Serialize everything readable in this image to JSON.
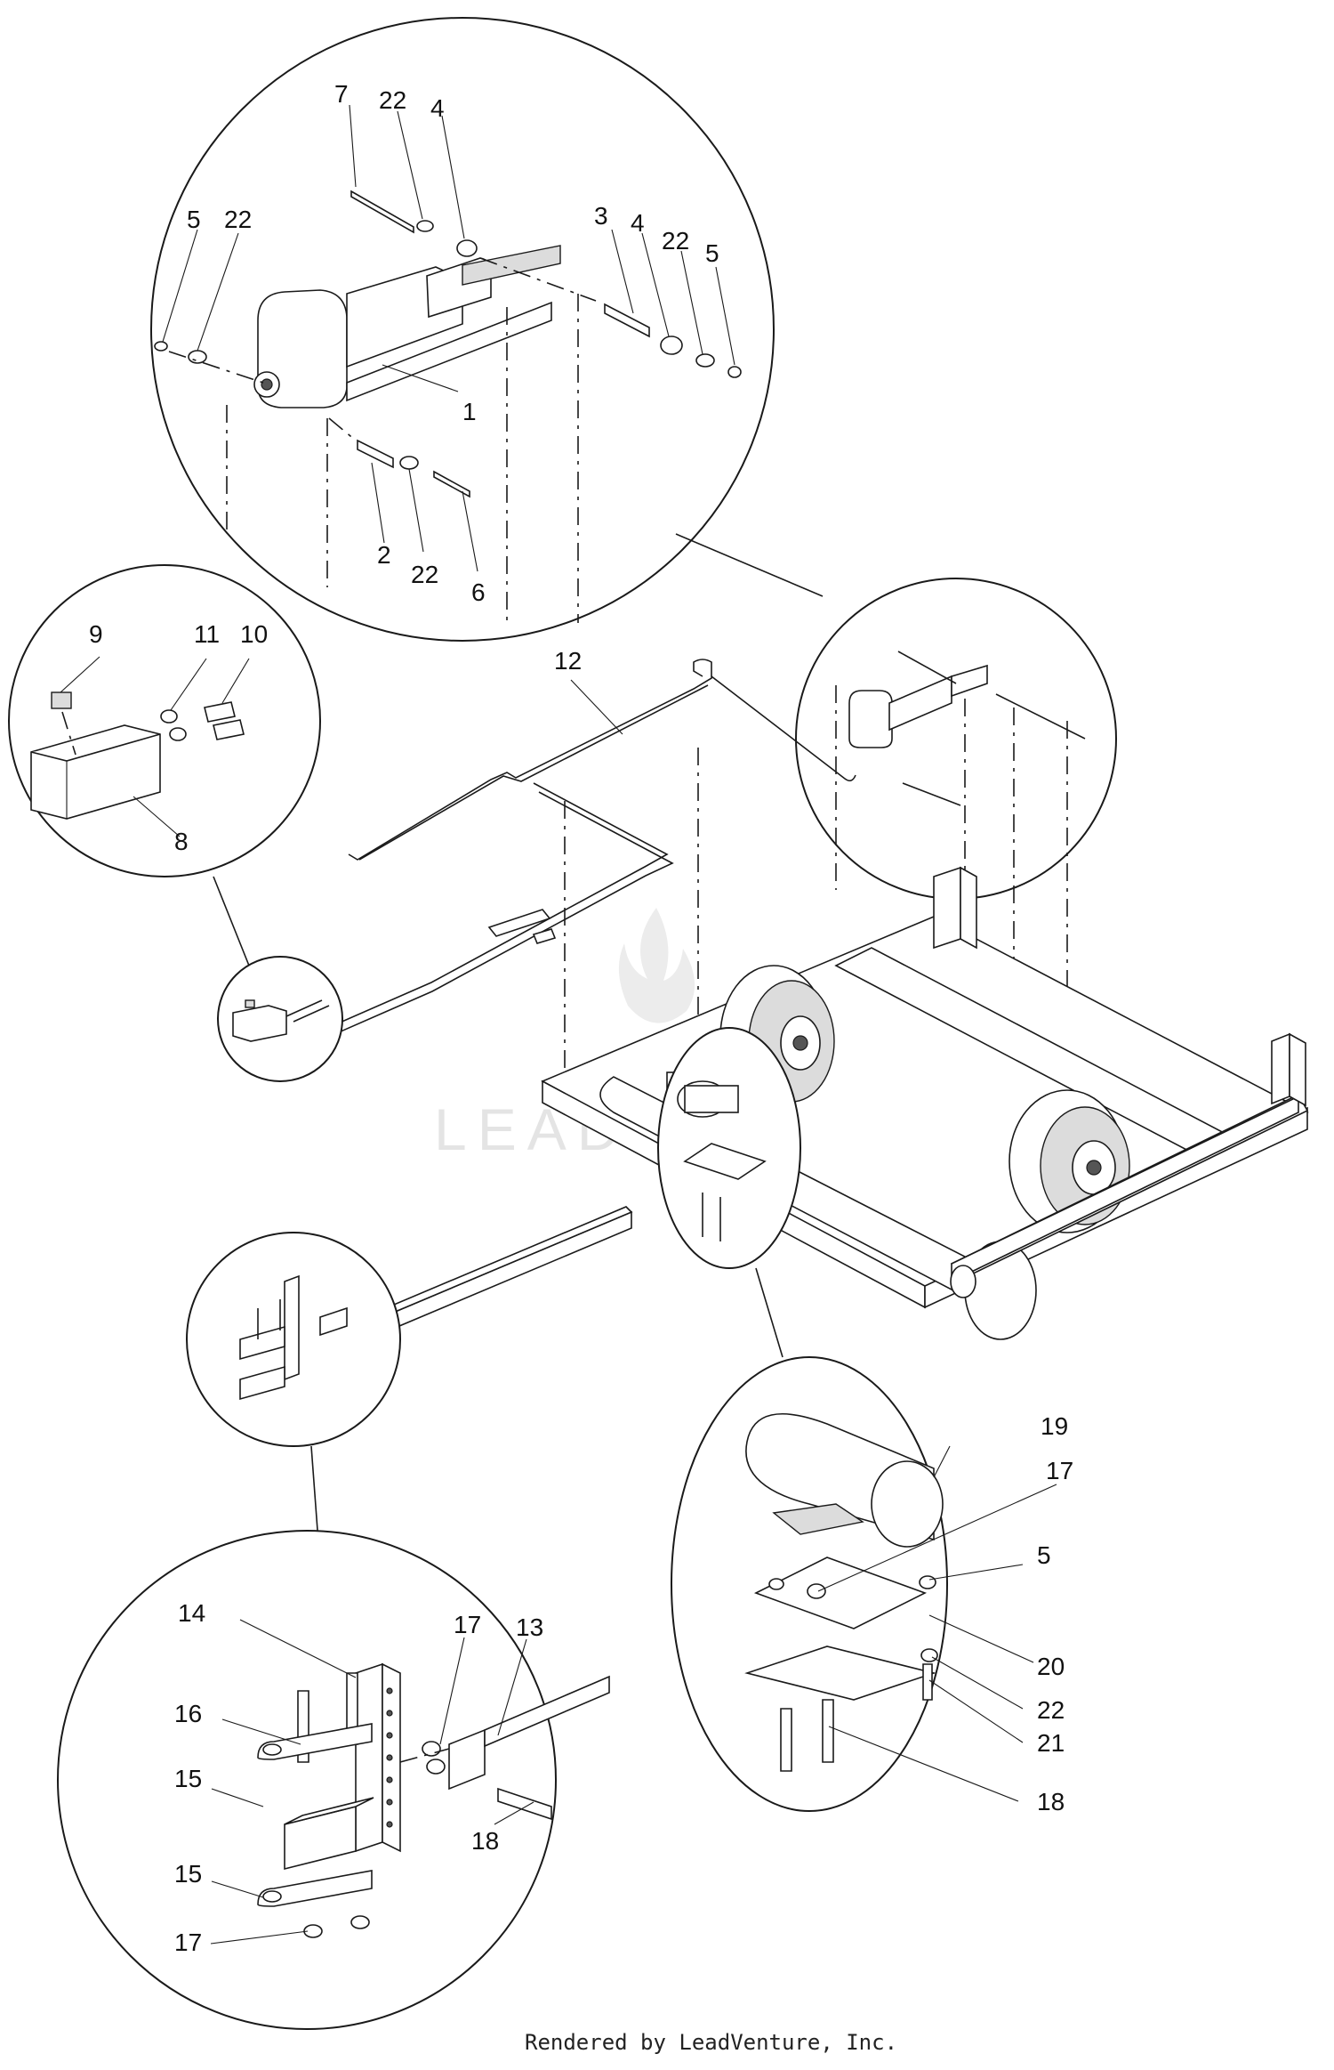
{
  "watermark": "LEADVENTURE",
  "footer": "Rendered by LeadVenture, Inc.",
  "callouts": {
    "c7": "7",
    "c22a": "22",
    "c4a": "4",
    "c5a": "5",
    "c22b": "22",
    "c3": "3",
    "c4b": "4",
    "c22c": "22",
    "c5b": "5",
    "c1": "1",
    "c2": "2",
    "c22d": "22",
    "c6": "6",
    "c9": "9",
    "c11": "11",
    "c10": "10",
    "c8": "8",
    "c12": "12",
    "c19": "19",
    "c17a": "17",
    "c5c": "5",
    "c20": "20",
    "c22e": "22",
    "c21": "21",
    "c18a": "18",
    "c14": "14",
    "c17b": "17",
    "c13": "13",
    "c16": "16",
    "c15a": "15",
    "c18b": "18",
    "c15b": "15",
    "c17c": "17"
  }
}
